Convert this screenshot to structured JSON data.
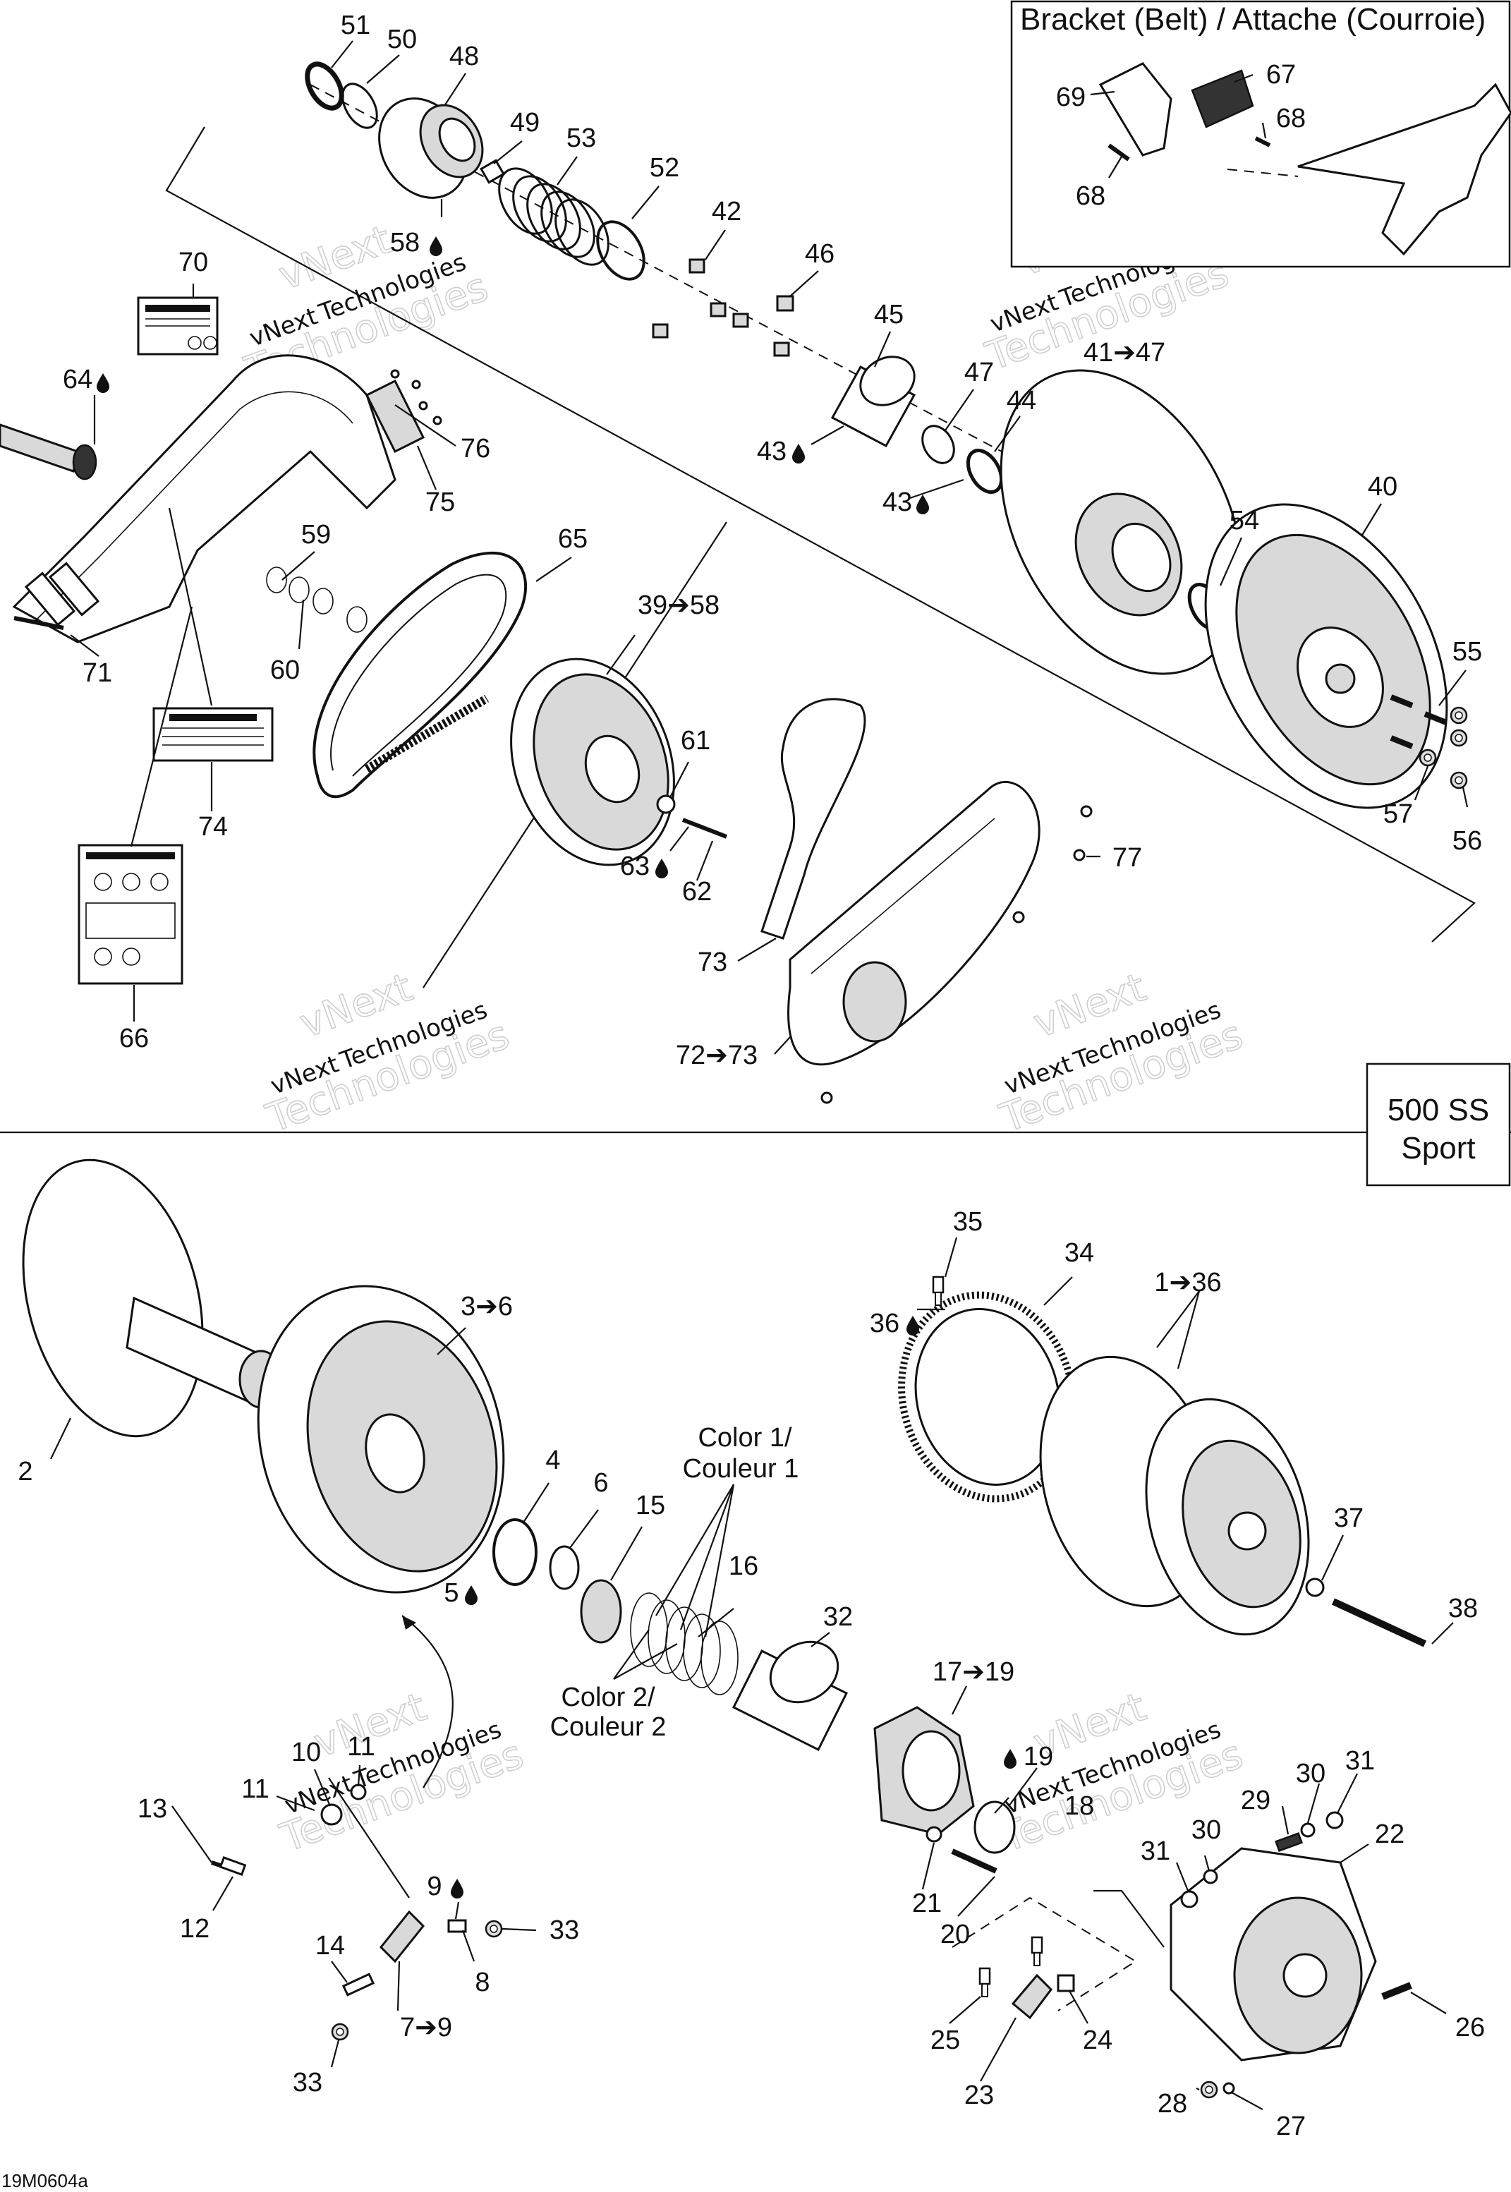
{
  "diagram_code": "19M0604a",
  "inset_title": "Bracket (Belt) / Attache (Courroie)",
  "model": {
    "line1": "500 SS",
    "line2": "Sport"
  },
  "watermark": {
    "line1": "vNext",
    "line2": "Technologies",
    "line3": "Technologies"
  },
  "color_labels": {
    "color1_line1": "Color 1/",
    "color1_line2": "Couleur 1",
    "color2_line1": "Color 2/",
    "color2_line2": "Couleur 2"
  },
  "callouts": {
    "c51": "51",
    "c50": "50",
    "c48": "48",
    "c49": "49",
    "c53": "53",
    "c52": "52",
    "c58": "58",
    "c42": "42",
    "c46": "46",
    "c45": "45",
    "c47": "47",
    "c44": "44",
    "c43a": "43",
    "c43b": "43",
    "c41_47": "41➔47",
    "c70": "70",
    "c64": "64",
    "c76": "76",
    "c75": "75",
    "c59": "59",
    "c60": "60",
    "c71": "71",
    "c65": "65",
    "c39_58": "39➔58",
    "c40": "40",
    "c54": "54",
    "c55": "55",
    "c57": "57",
    "c56": "56",
    "c61": "61",
    "c63": "63",
    "c62": "62",
    "c74": "74",
    "c77": "77",
    "c73": "73",
    "c66": "66",
    "c72_73": "72➔73",
    "c69": "69",
    "c67": "67",
    "c68a": "68",
    "c68b": "68",
    "c3_6": "3➔6",
    "c2": "2",
    "c4": "4",
    "c6": "6",
    "c15": "15",
    "c16": "16",
    "c5": "5",
    "c32": "32",
    "c35": "35",
    "c34": "34",
    "c1_36": "1➔36",
    "c36": "36",
    "c37": "37",
    "c38": "38",
    "c17_19": "17➔19",
    "c19": "19",
    "c18": "18",
    "c10": "10",
    "c11a": "11",
    "c11b": "11",
    "c13": "13",
    "c12": "12",
    "c9": "9",
    "c33a": "33",
    "c33b": "33",
    "c8": "8",
    "c14": "14",
    "c7_9": "7➔9",
    "c29": "29",
    "c30a": "30",
    "c30b": "30",
    "c31a": "31",
    "c31b": "31",
    "c22": "22",
    "c21": "21",
    "c20": "20",
    "c25": "25",
    "c24": "24",
    "c23": "23",
    "c26": "26",
    "c28": "28",
    "c27": "27"
  },
  "icons": {
    "oil": "oil-drop-icon",
    "arrow": "right-arrow-glyph"
  }
}
